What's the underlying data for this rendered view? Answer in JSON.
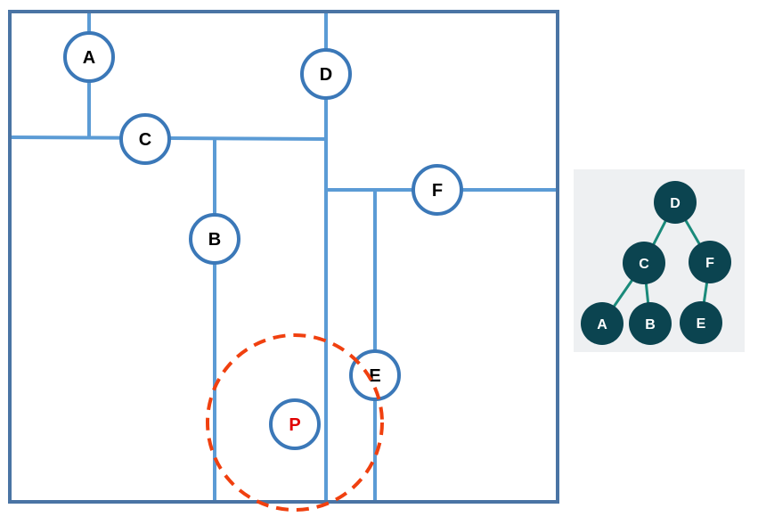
{
  "partition": {
    "nodes": {
      "A": "A",
      "B": "B",
      "C": "C",
      "D": "D",
      "E": "E",
      "F": "F"
    },
    "query_point": "P"
  },
  "tree": {
    "nodes": {
      "D": "D",
      "C": "C",
      "F": "F",
      "A": "A",
      "B": "B",
      "E": "E"
    }
  },
  "colors": {
    "border": "#4a74a4",
    "split_line": "#5b9bd5",
    "node_stroke": "#3b78b8",
    "query_label": "#e00000",
    "search_circle": "#f0400f",
    "tree_bg": "#eef0f2",
    "tree_node": "#0b4450",
    "tree_edge": "#1a8a7a"
  }
}
